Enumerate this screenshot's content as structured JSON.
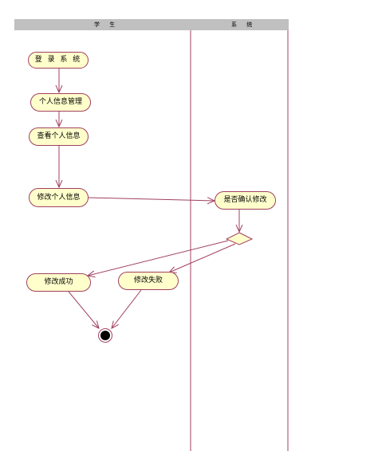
{
  "swimlanes": {
    "left_title": "学 生",
    "right_title": "系 统"
  },
  "nodes": {
    "login": "登 录 系 统",
    "personal_info_mgmt": "个人信息管理",
    "view_info": "查看个人信息",
    "modify_info": "修改个人信息",
    "confirm_modify": "是否确认修改",
    "modify_success": "修改成功",
    "modify_fail": "修改失败"
  },
  "colors": {
    "node_fill": "#ffffcc",
    "node_border": "#a04060",
    "edge": "#a04060",
    "header": "#c0c0c0"
  }
}
